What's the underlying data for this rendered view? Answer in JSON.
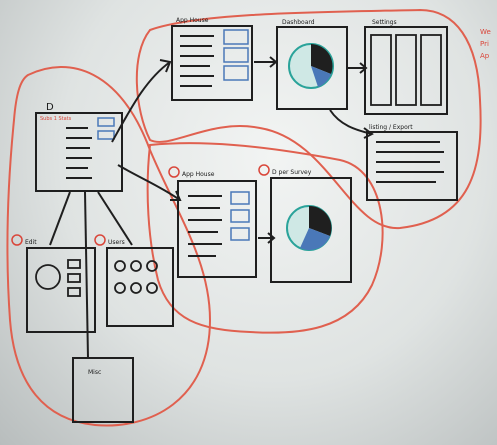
{
  "labels": {
    "d_main": "D",
    "d_main_sub": "Subs 1 Stats",
    "app_house_top": "App House",
    "dashboard": "Dashboard",
    "settings": "Settings",
    "listing_export": "listing / Export",
    "app_house_mid": "App House",
    "d_survey": "D per Survey",
    "edit": "Edit",
    "users": "Users",
    "misc": "Misc",
    "margin_note": [
      "We",
      "Pri",
      "Ap"
    ]
  },
  "colors": {
    "ink": "#1f1f1f",
    "marker_red": "#e0604f",
    "marker_blue": "#4a78b8",
    "marker_teal": "#2aa39a",
    "board": "#eceeed"
  }
}
